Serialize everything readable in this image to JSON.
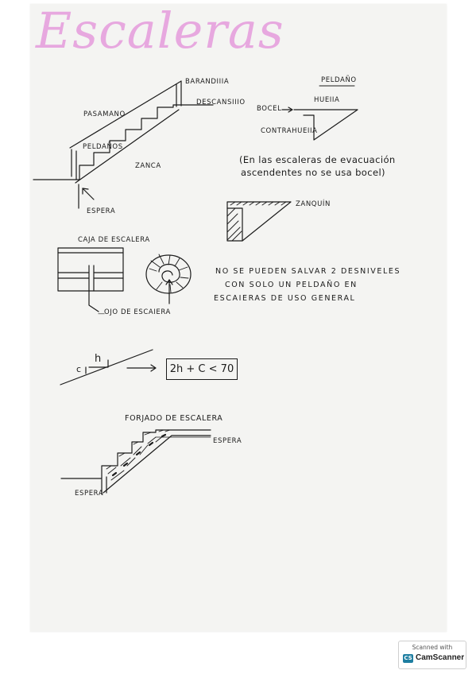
{
  "title": "Escaleras",
  "stair_diagram": {
    "barandilla": "BARANDIIIA",
    "pasamano": "PASAMANO",
    "descansillo": "DESCANSIIIO",
    "peldanos": "PELDAÑOS",
    "zanca": "ZANCA",
    "espera": "ESPERA"
  },
  "peldano_diagram": {
    "title": "PELDAÑO",
    "bocel": "BOCEL",
    "huella": "HUEIIA",
    "contrahuella": "CONTRAHUEIIA"
  },
  "note_evacuacion": {
    "line1": "(En las escaleras de evacuación",
    "line2": "ascendentes no se usa bocel)"
  },
  "zanquin": "ZANQUÍN",
  "caja": {
    "title": "CAJA DE ESCALERA",
    "ojo": "OJO DE ESCAIERA"
  },
  "note_desniveles": {
    "line1": "NO SE PUEDEN SALVAR 2 DESNIVELES",
    "line2": "CON SOLO UN PELDAÑO EN",
    "line3": "ESCAIERAS DE USO GENERAL"
  },
  "formula": {
    "h_label": "h",
    "c_label": "c",
    "box": "2h + C < 70"
  },
  "forjado": {
    "title": "FORJADO DE ESCALERA",
    "espera_top": "ESPERA",
    "espera_bottom": "ESPERA"
  },
  "scanner": {
    "line1": "Scanned with",
    "logo": "CS",
    "name": "CamScanner"
  }
}
